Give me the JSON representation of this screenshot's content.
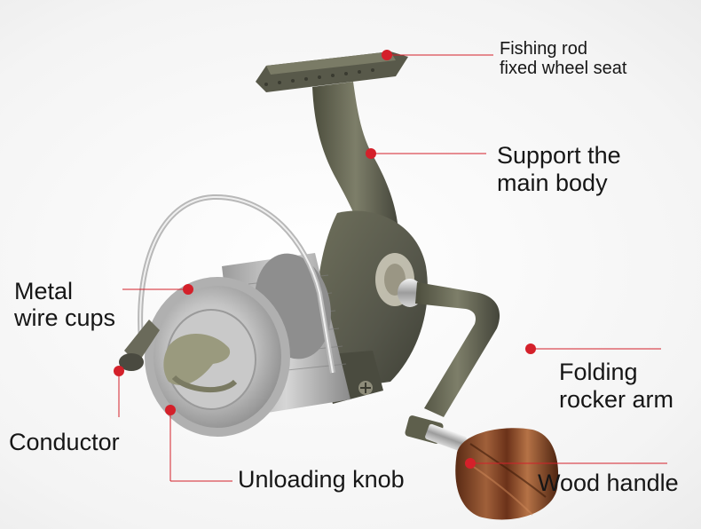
{
  "diagram": {
    "callouts": [
      {
        "id": "rod-seat",
        "lines": [
          "Fishing rod",
          "fixed wheel seat"
        ]
      },
      {
        "id": "main-body",
        "lines": [
          "Support the",
          "main body"
        ]
      },
      {
        "id": "wire-cups",
        "lines": [
          "Metal",
          "wire cups"
        ]
      },
      {
        "id": "rocker-arm",
        "lines": [
          "Folding",
          "rocker arm"
        ]
      },
      {
        "id": "conductor",
        "lines": [
          "Conductor"
        ]
      },
      {
        "id": "unloading-knob",
        "lines": [
          "Unloading knob"
        ]
      },
      {
        "id": "wood-handle",
        "lines": [
          "Wood handle"
        ]
      }
    ]
  },
  "colors": {
    "callout_dot": "#d4202a",
    "callout_line": "#d4202a",
    "reel_body": "#5e5f4c",
    "spool_metal": "#b9b9b9",
    "wood": "#8a4a2a"
  }
}
